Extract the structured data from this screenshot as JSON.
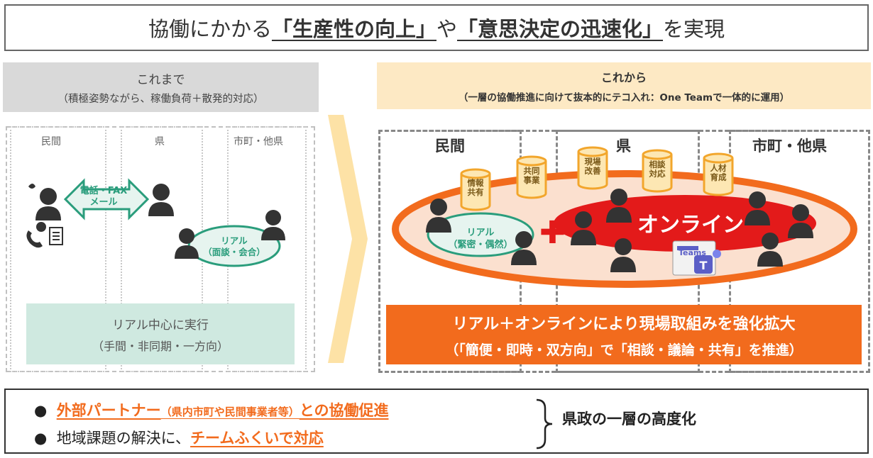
{
  "title": {
    "prefix": "協働にかかる",
    "highlight1": "「生産性の向上」",
    "middle": "や",
    "highlight2": "「意思決定の迅速化」",
    "suffix": "を実現"
  },
  "before": {
    "heading": "これまで",
    "subheading": "（積極姿勢ながら、稼働負荷＋散発的対応）",
    "columns": [
      "民間",
      "県",
      "市町・他県"
    ],
    "arrow_label_line1": "電話・FAX",
    "arrow_label_line2": "メール",
    "real_line1": "リアル",
    "real_line2": "（面談・会合）",
    "summary_line1": "リアル中心に実行",
    "summary_line2": "（手間・非同期・一方向）"
  },
  "after": {
    "heading": "これから",
    "subheading": "（一層の協働推進に向けて抜本的にテコ入れ：One Teamで一体的に運用）",
    "columns": [
      "民間",
      "県",
      "市町・他県"
    ],
    "tags": [
      {
        "line1": "情報",
        "line2": "共有"
      },
      {
        "line1": "共同",
        "line2": "事業"
      },
      {
        "line1": "現場",
        "line2": "改善"
      },
      {
        "line1": "相談",
        "line2": "対応"
      },
      {
        "line1": "人材",
        "line2": "育成"
      }
    ],
    "real_line1": "リアル",
    "real_line2": "（緊密・偶然）",
    "plus": "✚",
    "online": "オンライン",
    "teams": "Teams",
    "banner_line1": "リアル＋オンラインにより現場取組みを強化拡大",
    "banner_line2": "（「簡便・即時・双方向」で「相談・議論・共有」を推進）"
  },
  "bottom": {
    "bullet1_highlight": "外部パートナー",
    "bullet1_note": "（県内市町や民間事業者等）",
    "bullet1_suffix": "との協働促進",
    "bullet2_prefix": "地域課題の解決に、",
    "bullet2_highlight": "チームふくいで対応",
    "result": "県政の一層の高度化"
  },
  "colors": {
    "orange": "#f26b1d",
    "mint": "#cfe9e0",
    "teal": "#2a9d7c",
    "red": "#e31a1a",
    "cream": "#fde9c4",
    "gray": "#d9d9d9"
  }
}
